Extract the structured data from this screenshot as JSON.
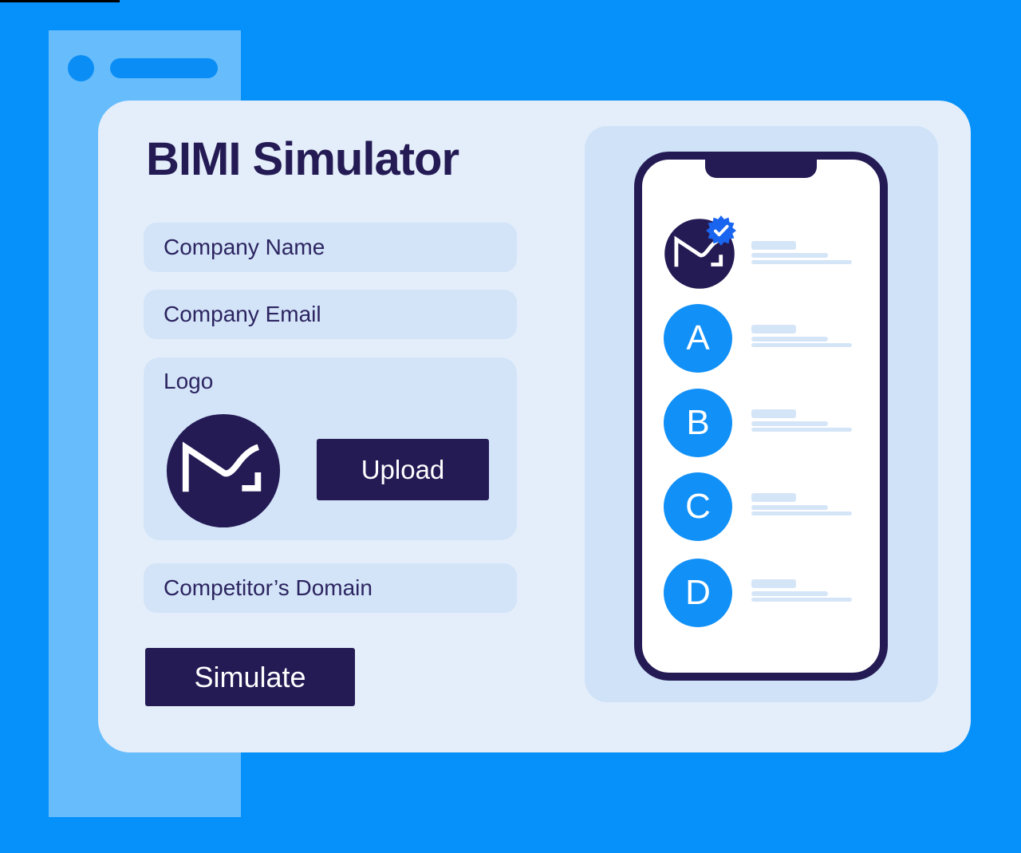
{
  "app": {
    "title": "BIMI Simulator"
  },
  "form": {
    "company_name": {
      "placeholder": "Company Name"
    },
    "company_email": {
      "placeholder": "Company Email"
    },
    "logo": {
      "label": "Logo",
      "upload_label": "Upload"
    },
    "competitors_domain": {
      "placeholder": "Competitor’s Domain"
    },
    "simulate_label": "Simulate"
  },
  "phone": {
    "rows": [
      {
        "type": "brand",
        "verified": true
      },
      {
        "type": "sender",
        "letter": "A"
      },
      {
        "type": "sender",
        "letter": "B"
      },
      {
        "type": "sender",
        "letter": "C"
      },
      {
        "type": "sender",
        "letter": "D"
      }
    ]
  },
  "icons": {
    "brand_logo": "mailtrap-m-logo-icon",
    "verified_badge": "verified-checkmark-seal-icon",
    "browser_circle": "browser-window-control-icon",
    "browser_bar": "browser-address-bar"
  },
  "colors": {
    "background": "#0690F9",
    "browser_window": "#67BCFC",
    "browser_chrome": "#0A8EF5",
    "card": "#E4EEFA",
    "field": "#D3E4F8",
    "preview_panel": "#CFE2F8",
    "skeleton_bar": "#D5E5F8",
    "navy": "#241B55",
    "sender_circle_blue": "#1190F7",
    "badge_blue": "#1965F0",
    "white": "#FFFFFF"
  }
}
